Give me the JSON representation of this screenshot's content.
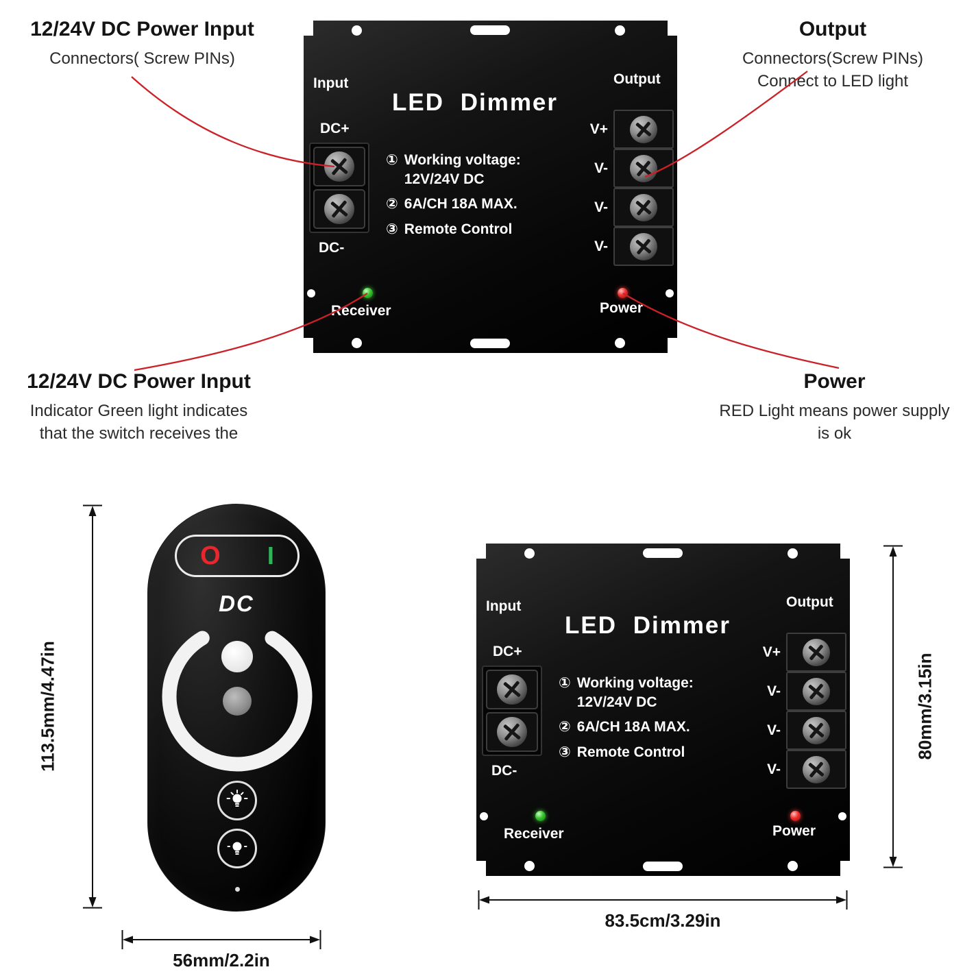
{
  "colors": {
    "leader_line": "#cb2128",
    "led_green": "#39c32f",
    "led_red": "#ee2f2f",
    "device_body": "#0d0d0d"
  },
  "callouts": {
    "top_left": {
      "title": "12/24V DC Power Input",
      "desc": "Connectors( Screw PINs)"
    },
    "top_right": {
      "title": "Output",
      "desc": "Connectors(Screw PINs)\nConnect to LED light"
    },
    "bottom_left": {
      "title": "12/24V DC Power Input",
      "desc": "Indicator Green light indicates\nthat the switch receives the"
    },
    "bottom_right": {
      "title": "Power",
      "desc": "RED Light means power supply\nis ok"
    }
  },
  "device": {
    "title": "LED Dimmer",
    "input_label": "Input",
    "output_label": "Output",
    "dc_plus_label": "DC+",
    "dc_minus_label": "DC-",
    "specs": [
      {
        "num": "①",
        "text": "Working voltage:\n12V/24V DC"
      },
      {
        "num": "②",
        "text": "6A/CH 18A MAX."
      },
      {
        "num": "③",
        "text": "Remote Control"
      }
    ],
    "output_terminals": [
      "V+",
      "V-",
      "V-",
      "V-"
    ],
    "receiver_label": "Receiver",
    "power_label": "Power"
  },
  "remote": {
    "power_off_label": "O",
    "power_on_label": "I",
    "dc_label": "DC"
  },
  "dimensions": {
    "remote_height": "113.5mm/4.47in",
    "remote_width": "56mm/2.2in",
    "controller_height": "80mm/3.15in",
    "controller_width": "83.5cm/3.29in"
  }
}
